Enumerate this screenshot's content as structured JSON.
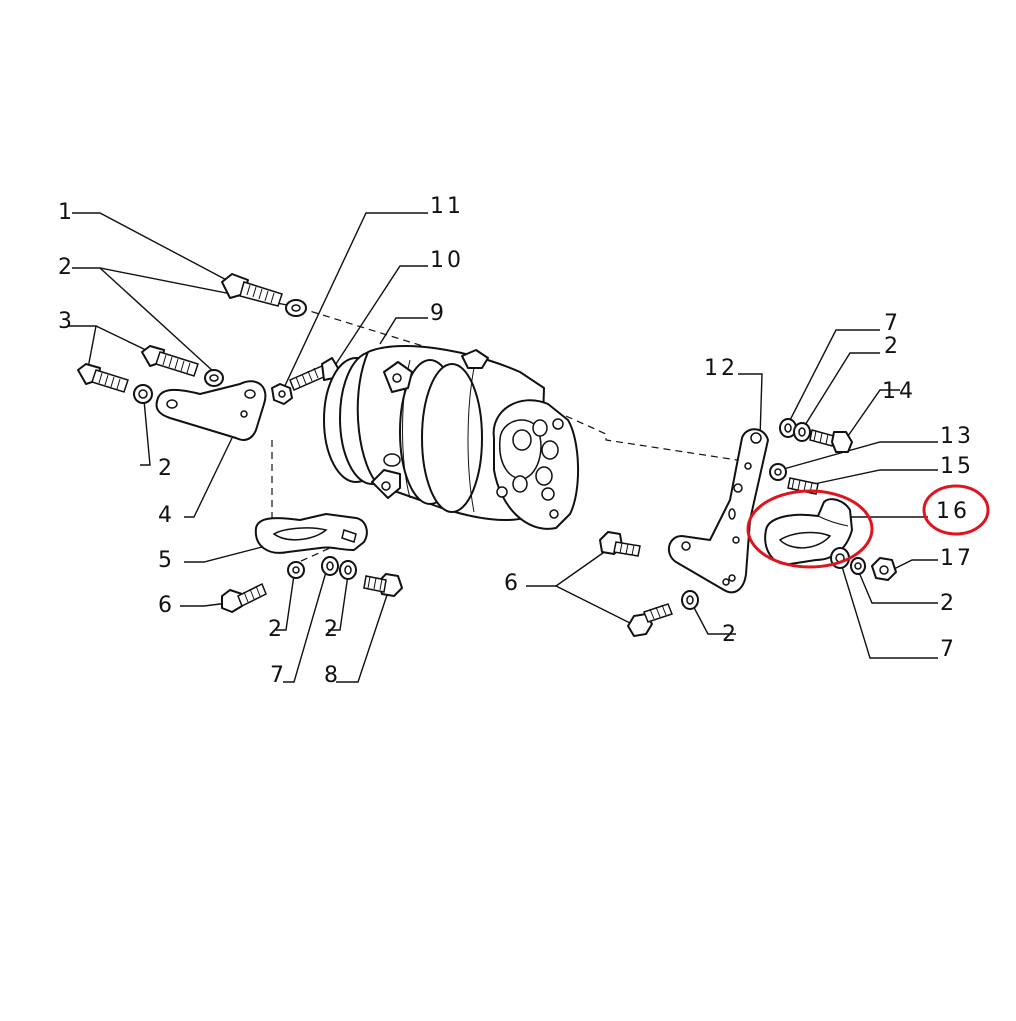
{
  "callouts": [
    {
      "id": "c1",
      "text": "1"
    },
    {
      "id": "c2a",
      "text": "2"
    },
    {
      "id": "c3",
      "text": "3"
    },
    {
      "id": "c2b",
      "text": "2"
    },
    {
      "id": "c4",
      "text": "4"
    },
    {
      "id": "c5",
      "text": "5"
    },
    {
      "id": "c6a",
      "text": "6"
    },
    {
      "id": "c2c",
      "text": "2"
    },
    {
      "id": "c7a",
      "text": "7"
    },
    {
      "id": "c2d",
      "text": "2"
    },
    {
      "id": "c8",
      "text": "8"
    },
    {
      "id": "c11",
      "text": "11"
    },
    {
      "id": "c10",
      "text": "10"
    },
    {
      "id": "c9",
      "text": "9"
    },
    {
      "id": "c12",
      "text": "12"
    },
    {
      "id": "c6b",
      "text": "6"
    },
    {
      "id": "c2e",
      "text": "2"
    },
    {
      "id": "c7b",
      "text": "7"
    },
    {
      "id": "c2f",
      "text": "2"
    },
    {
      "id": "c14",
      "text": "14"
    },
    {
      "id": "c13",
      "text": "13"
    },
    {
      "id": "c15",
      "text": "15"
    },
    {
      "id": "c16",
      "text": "16"
    },
    {
      "id": "c17",
      "text": "17"
    },
    {
      "id": "c2g",
      "text": "2"
    },
    {
      "id": "c7c",
      "text": "7"
    }
  ],
  "highlight": {
    "color": "#e0141e",
    "target": "16"
  }
}
